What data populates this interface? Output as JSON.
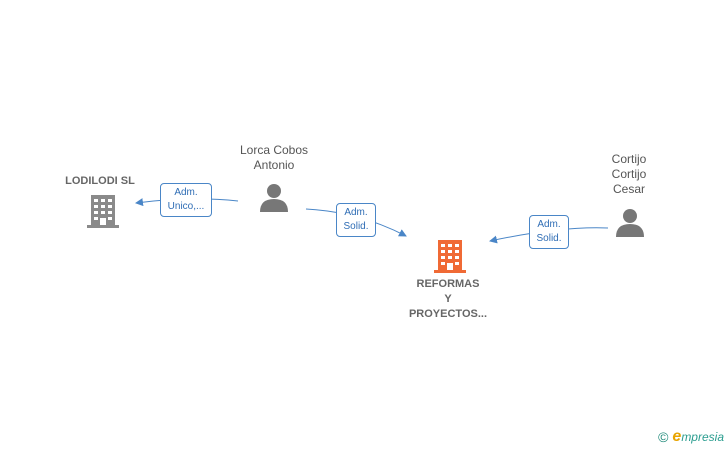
{
  "nodes": {
    "lodilodi": {
      "name": "LODILODI SL",
      "kind": "company",
      "color": "#8a8a8a"
    },
    "reformas": {
      "name": "REFORMAS\nY\nPROYECTOS...",
      "kind": "company",
      "color": "#f06a35"
    },
    "lorca": {
      "name": "Lorca Cobos\nAntonio",
      "kind": "person",
      "color": "#777777"
    },
    "cortijo": {
      "name": "Cortijo\nCortijo\nCesar",
      "kind": "person",
      "color": "#777777"
    }
  },
  "edges": [
    {
      "id": "lorca-lodilodi",
      "label": "Adm.\nUnico,..."
    },
    {
      "id": "lorca-reformas",
      "label": "Adm.\nSolid."
    },
    {
      "id": "cortijo-reformas",
      "label": "Adm.\nSolid."
    }
  ],
  "colors": {
    "edge": "#4a86c7"
  },
  "brand": {
    "copyright": "©",
    "initial": "e",
    "name": "mpresia"
  }
}
